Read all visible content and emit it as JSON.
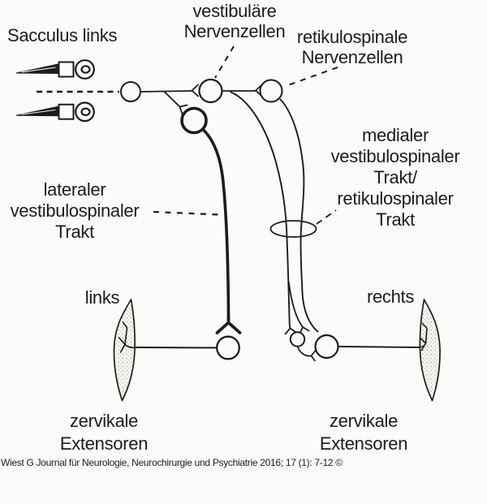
{
  "colors": {
    "ink": "#1c1c1c",
    "paper": "#fbfbf9"
  },
  "labels": {
    "sacculus": "Sacculus links",
    "vestibular_cells": "vestibuläre\nNervenzellen",
    "reticulospinal_cells": "retikulospinale\nNervenzellen",
    "medial_tract": "medialer\nvestibulospinaler\nTrakt/\nretikulospinaler Trakt",
    "lateral_tract": "lateraler\nvestibulospinaler\nTrakt",
    "side_left": "links",
    "side_right": "rechts",
    "extensors_left": "zervikale\nExtensoren",
    "extensors_right": "zervikale\nExtensoren"
  },
  "citation": "Wiest G Journal für Neurologie, Neurochirurgie und Psychiatrie 2016; 17 (1): 7-12 ©",
  "icons": {
    "hair_cell": "hair-cell-icon",
    "muscle_spindle": "muscle-spindle-icon",
    "neuron_soma": "neuron-soma-icon",
    "synapse": "y-synapse-icon"
  }
}
